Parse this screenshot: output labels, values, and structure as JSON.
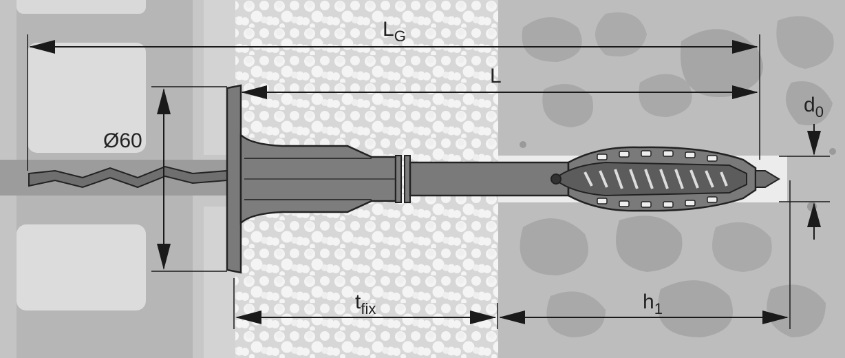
{
  "labels": {
    "lg_main": "L",
    "lg_sub": "G",
    "l": "L",
    "diameter": "Ø60",
    "d0_main": "d",
    "d0_sub": "0",
    "tfix_main": "t",
    "tfix_sub": "fix",
    "h1_main": "h",
    "h1_sub": "1"
  },
  "colors": {
    "masonry_bg": "#d9d9d9",
    "masonry_mortar": "#b6b6b6",
    "insulation_bg": "#d7d7d7",
    "insulation_bead": "#f4f4f4",
    "concrete_bg": "#bdbdbd",
    "concrete_aggregate": "#a8a8a8",
    "anchor_fill": "#7a7a7a",
    "anchor_stroke": "#222222",
    "drill_hole": "#ececec"
  }
}
